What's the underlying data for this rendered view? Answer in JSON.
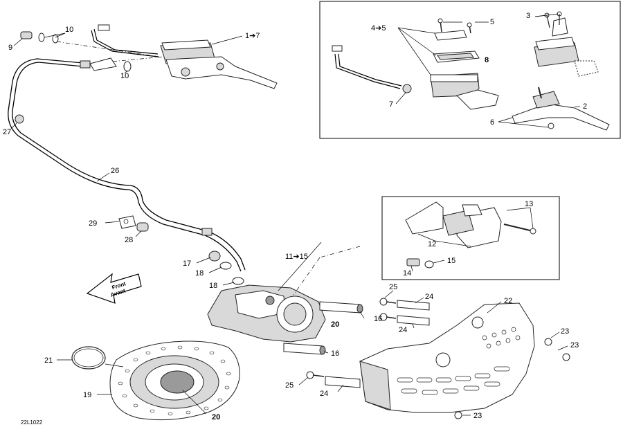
{
  "diagram": {
    "code": "22L1022",
    "front_arrow": {
      "line1": "Front",
      "line2": "Avant"
    },
    "callouts": {
      "c9": "9",
      "c10a": "10",
      "c10b": "10",
      "c1to7": "1➔7",
      "c27": "27",
      "c26": "26",
      "c29": "29",
      "c28": "28",
      "c17": "17",
      "c18a": "18",
      "c18b": "18",
      "c11to15": "11➔15",
      "c16a": "16",
      "c16b": "16",
      "c20a": "20",
      "c20b": "20",
      "c21": "21",
      "c19": "19",
      "c25a": "25",
      "c25b": "25",
      "c24a": "24",
      "c24b": "24",
      "c24c": "24",
      "c22": "22",
      "c23a": "23",
      "c23b": "23",
      "c23c": "23",
      "c4to5": "4➔5",
      "c5": "5",
      "c3": "3",
      "c8": "8",
      "c7": "7",
      "c6": "6",
      "c2": "2",
      "c13": "13",
      "c12": "12",
      "c14": "14",
      "c15": "15"
    }
  }
}
